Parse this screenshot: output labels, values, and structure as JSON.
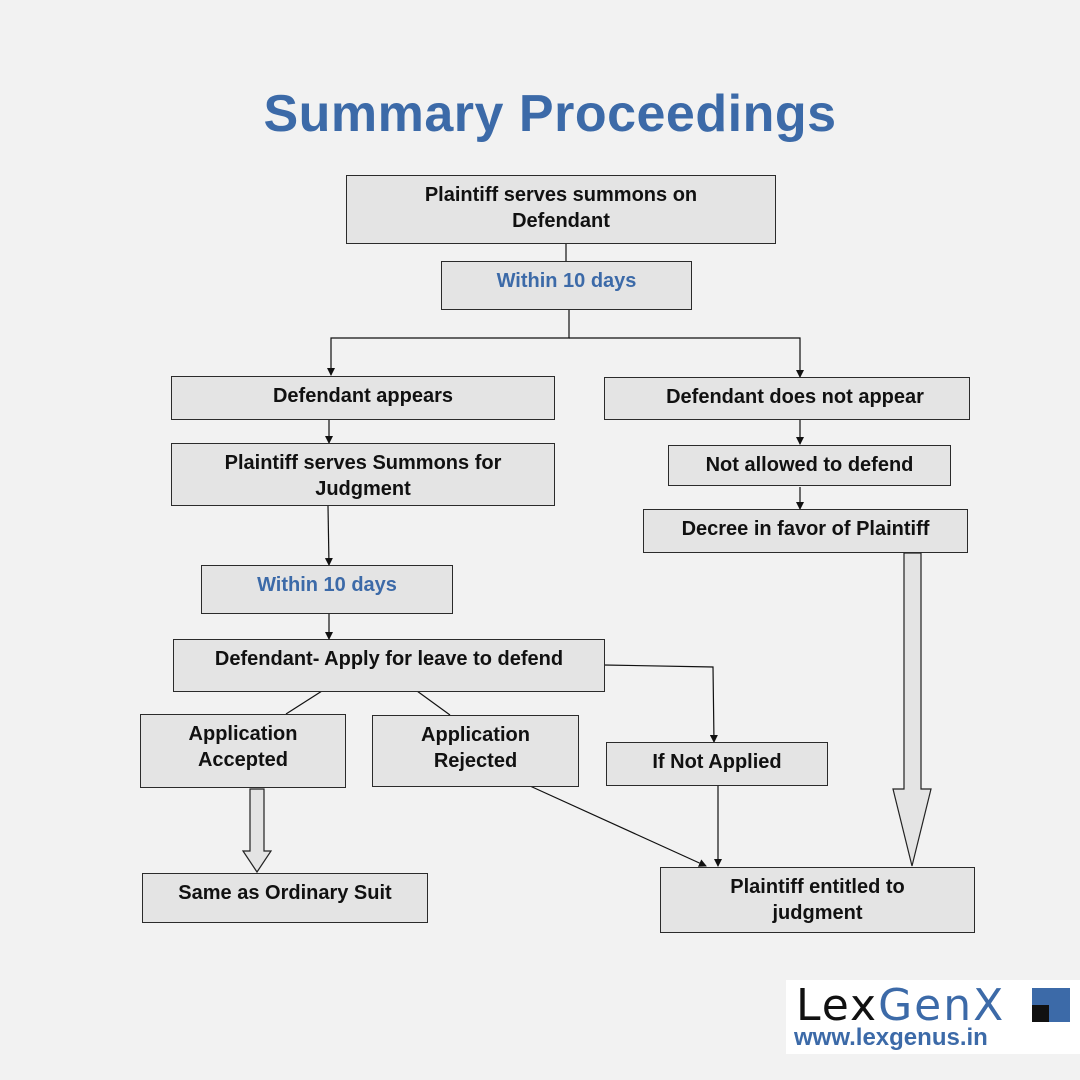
{
  "title": "Summary Proceedings",
  "nodes": {
    "serve_summons": "Plaintiff  serves summons on Defendant",
    "within_10_days_1": "Within 10 days",
    "defendant_appears": "Defendant appears",
    "defendant_not_appear": "Defendant does not appear",
    "not_allowed_defend": "Not allowed  to defend",
    "decree_plaintiff": "Decree in favor of Plaintiff",
    "summons_judgment": "Plaintiff  serves Summons for Judgment",
    "within_10_days_2": "Within 10 days",
    "apply_leave": "Defendant- Apply  for leave to defend",
    "app_accepted": "Application Accepted",
    "app_rejected": "Application Rejected",
    "if_not_applied": "If Not Applied",
    "ordinary_suit": "Same as Ordinary Suit",
    "plaintiff_judgment": "Plaintiff  entitled to judgment"
  },
  "colors": {
    "accent": "#3c6aa8",
    "box_fill": "#e4e4e4",
    "background": "#f2f2f2"
  },
  "logo": {
    "word_lex": "Lex",
    "word_genx": "GenX",
    "url": "www.lexgenus.in"
  }
}
